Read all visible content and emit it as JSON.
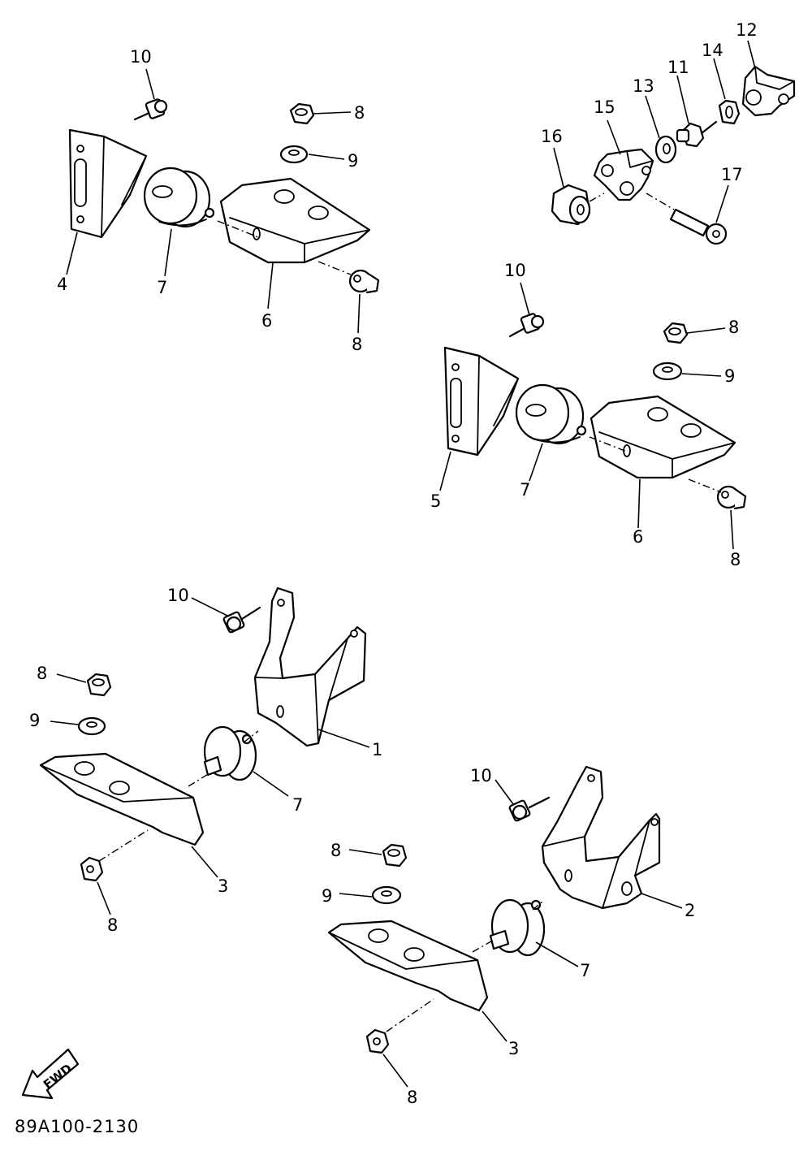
{
  "labels": {
    "l1": "1",
    "l2": "2",
    "l3": "3",
    "l4": "4",
    "l5": "5",
    "l6": "6",
    "l7": "7",
    "l8": "8",
    "l9": "9",
    "l10": "10",
    "l11": "11",
    "l12": "12",
    "l13": "13",
    "l14": "14",
    "l15": "15",
    "l16": "16",
    "l17": "17"
  },
  "fwd_label": "FWD",
  "diagram_code": "89A100-2130",
  "colors": {
    "line": "#000000",
    "background": "#ffffff"
  }
}
